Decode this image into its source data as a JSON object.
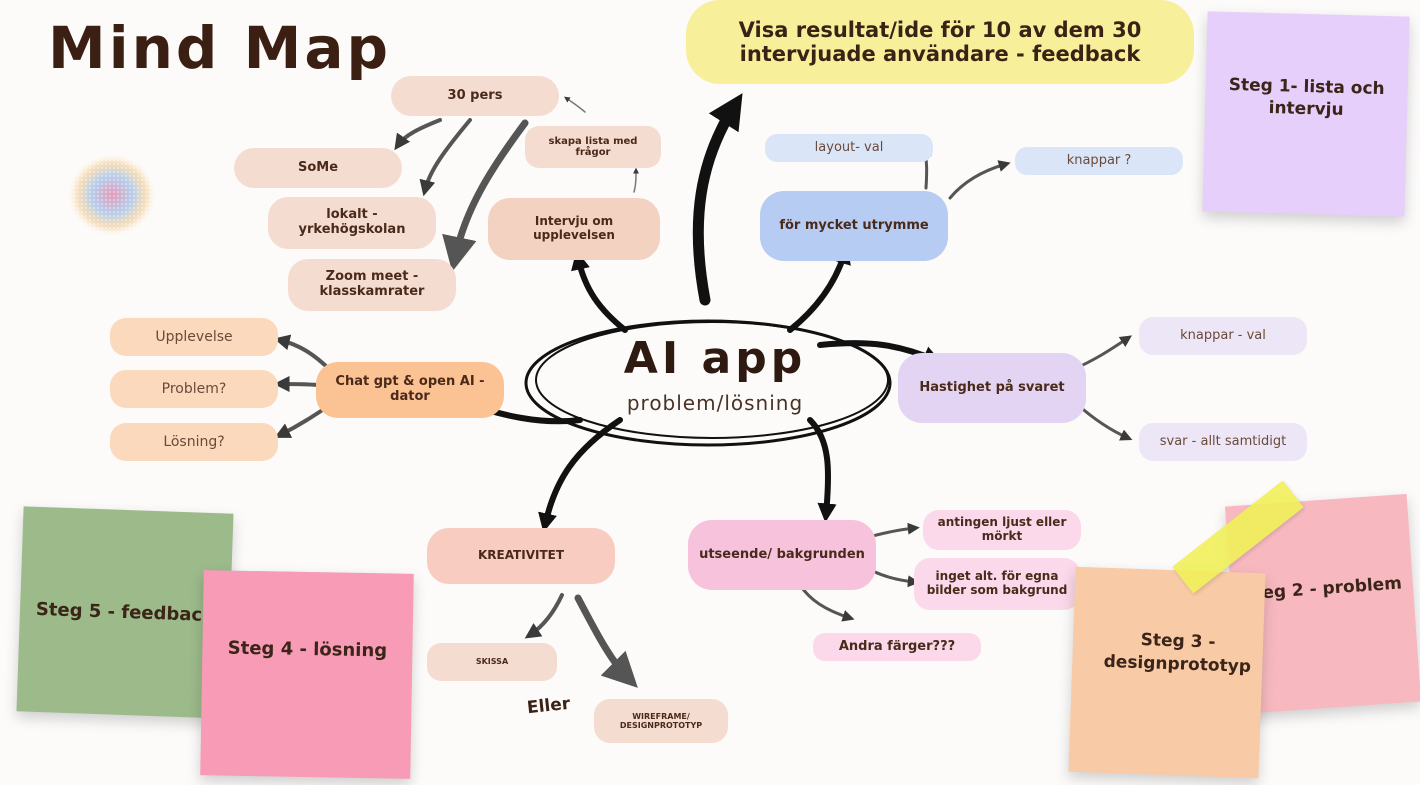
{
  "title": "Mind Map",
  "center": {
    "title": "AI app",
    "subtitle": "problem/lösning"
  },
  "banner": "Visa resultat/ide för 10 av dem 30 intervjuade användare - feedback",
  "nodes": {
    "pers30": "30 pers",
    "skapa_lista": "skapa lista med frågor",
    "some": "SoMe",
    "lokalt": "lokalt - yrkehögskolan",
    "zoom": "Zoom meet - klasskamrater",
    "intervju": "Intervju om upplevelsen",
    "layout_val": "layout- val",
    "knappar_q": "knappar ?",
    "for_mycket": "för mycket utrymme",
    "hastighet": "Hastighet på svaret",
    "knappar_val": "knappar - val",
    "svar_allt": "svar - allt samtidigt",
    "chatgpt": "Chat gpt & open AI - dator",
    "upplevelse": "Upplevelse",
    "problem_q": "Problem?",
    "losning_q": "Lösning?",
    "kreativitet": "KREATIVITET",
    "skissa": "SKISSA",
    "wireframe": "WIREFRAME/ DESIGNPROTOTYP",
    "eller": "Eller",
    "utseende": "utseende/ bakgrunden",
    "ljust_morkt": "antingen ljust eller mörkt",
    "egna_bilder": "inget alt. för egna bilder som bakgrund",
    "andra_farger": "Andra färger???"
  },
  "stickies": {
    "steg1": "Steg 1- lista och intervju",
    "steg2": "Steg  2 - problem",
    "steg3": "Steg 3 - designprototyp",
    "steg4": "Steg 4 - lösning",
    "steg5": "Steg 5 - feedback"
  },
  "colors": {
    "banner": "#f8ef9a",
    "steg1": "#e6cffa",
    "steg2": "#f7b9bf",
    "steg3": "#f8caa6",
    "steg4": "#f79bb6",
    "steg5": "#9cba8a",
    "tape": "#f1f05a"
  }
}
